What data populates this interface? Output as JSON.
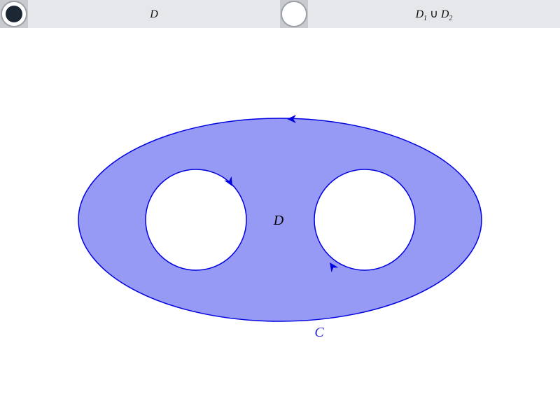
{
  "toolbar": {
    "options": [
      {
        "label": "D",
        "selected": true
      },
      {
        "label_main": "D",
        "label_sub1": "1",
        "label_union": " ∪ ",
        "label_main2": "D",
        "label_sub2": "2",
        "selected": false
      }
    ]
  },
  "diagram": {
    "region_label": "D",
    "boundary_label": "C",
    "colors": {
      "fill": "#979af5",
      "stroke": "#0000e0",
      "region_label": "#000000",
      "boundary_label": "#2a2ad6"
    },
    "orientation": {
      "outer": "counterclockwise",
      "holes": "clockwise"
    }
  }
}
